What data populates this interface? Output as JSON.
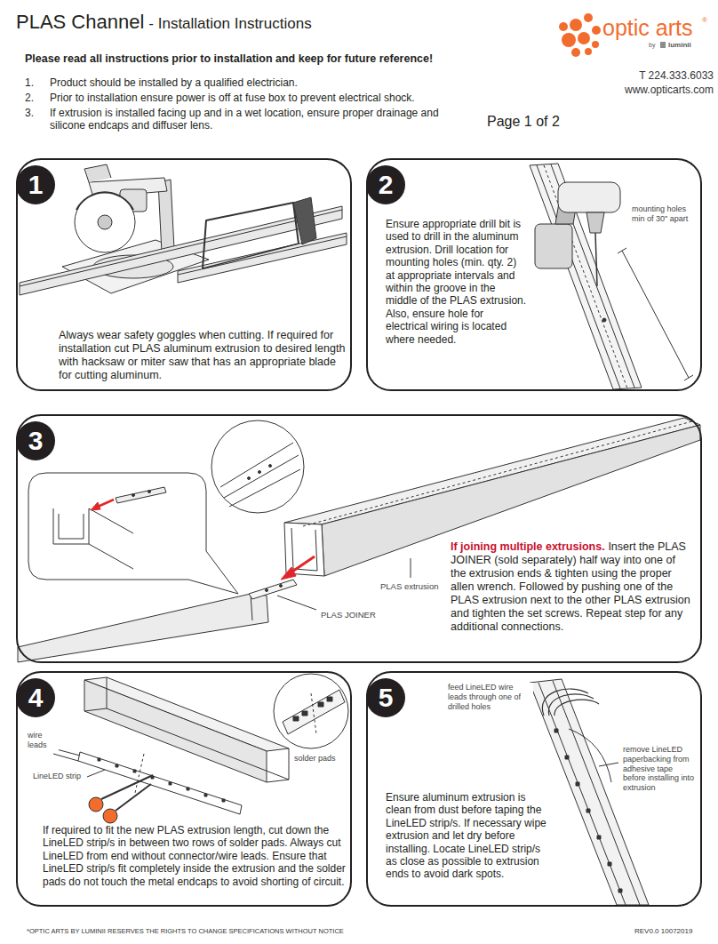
{
  "diagram": {
    "title": "PLAS Channel",
    "nodes": [
      {
        "text": [
          "1",
          "Always wear safety goggles when cutting. If required for installation cut PLAS aluminum extrusion to desired length with hacksaw or miter saw that has an appropriate blade for cutting aluminum."
        ]
      },
      {
        "text": [
          "2",
          "Ensure appropriate drill bit is used to drill in the aluminum extrusion. Drill location for mounting holes (min. qty. 2) at appropriate intervals and within the groove in the middle of the PLAS extrusion.",
          "Also, ensure hole for electrical wiring is located where needed."
        ]
      },
      {
        "text": [
          "3",
          "If joining multiple extrusions.",
          "Insert the PLAS JOINER (sold separately) half way into one of the extrusion ends & tighten using the proper allen wrench. Followed by pushing one of the PLAS extrusion next to the other PLAS extrusion and tighten the set screws. Repeat step for any additional connections."
        ]
      },
      {
        "text": [
          "4",
          "If required to fit the new PLAS extrusion length, cut down the LineLED strip/s in between two rows of solder pads. Always cut LineLED from end without connector/wire leads. Ensure that LineLED strip/s fit completely inside the extrusion and the solder pads do not touch the metal endcaps to avoid shorting of circuit."
        ]
      },
      {
        "text": [
          "5",
          "Ensure aluminum extrusion is clean from dust before taping the LineLED strip/s. If necessary wipe extrusion and let dry before installing. Locate LineLED strip/s as close as possible to extrusion ends to avoid dark spots."
        ]
      }
    ],
    "labels": [
      "- Installation Instructions",
      "optic arts",
      "®",
      "by",
      "luminii",
      "Please read all instructions prior to installation and keep for future reference!",
      "T 224.333.6033",
      "www.opticarts.com",
      "1.",
      "Product should be installed by a qualified electrician.",
      "2.",
      "Prior to installation ensure power is off at fuse box to prevent electrical shock.",
      "3.",
      "If extrusion is installed facing up and in a wet location, ensure proper drainage and silicone endcaps and diffuser lens.",
      "Page 1 of 2",
      "mounting holes min of 30\" apart",
      "PLAS extrusion",
      "PLAS JOINER",
      "wire leads",
      "LineLED strip",
      "solder pads",
      "feed LineLED wire leads through one of drilled holes",
      "remove LineLED paperbacking from adhesive tape before installing into extrusion",
      "*OPTIC ARTS BY LUMINII RESERVES THE RIGHTS TO CHANGE SPECIFICATIONS WITHOUT NOTICE",
      "REV0.0 10072019"
    ]
  }
}
